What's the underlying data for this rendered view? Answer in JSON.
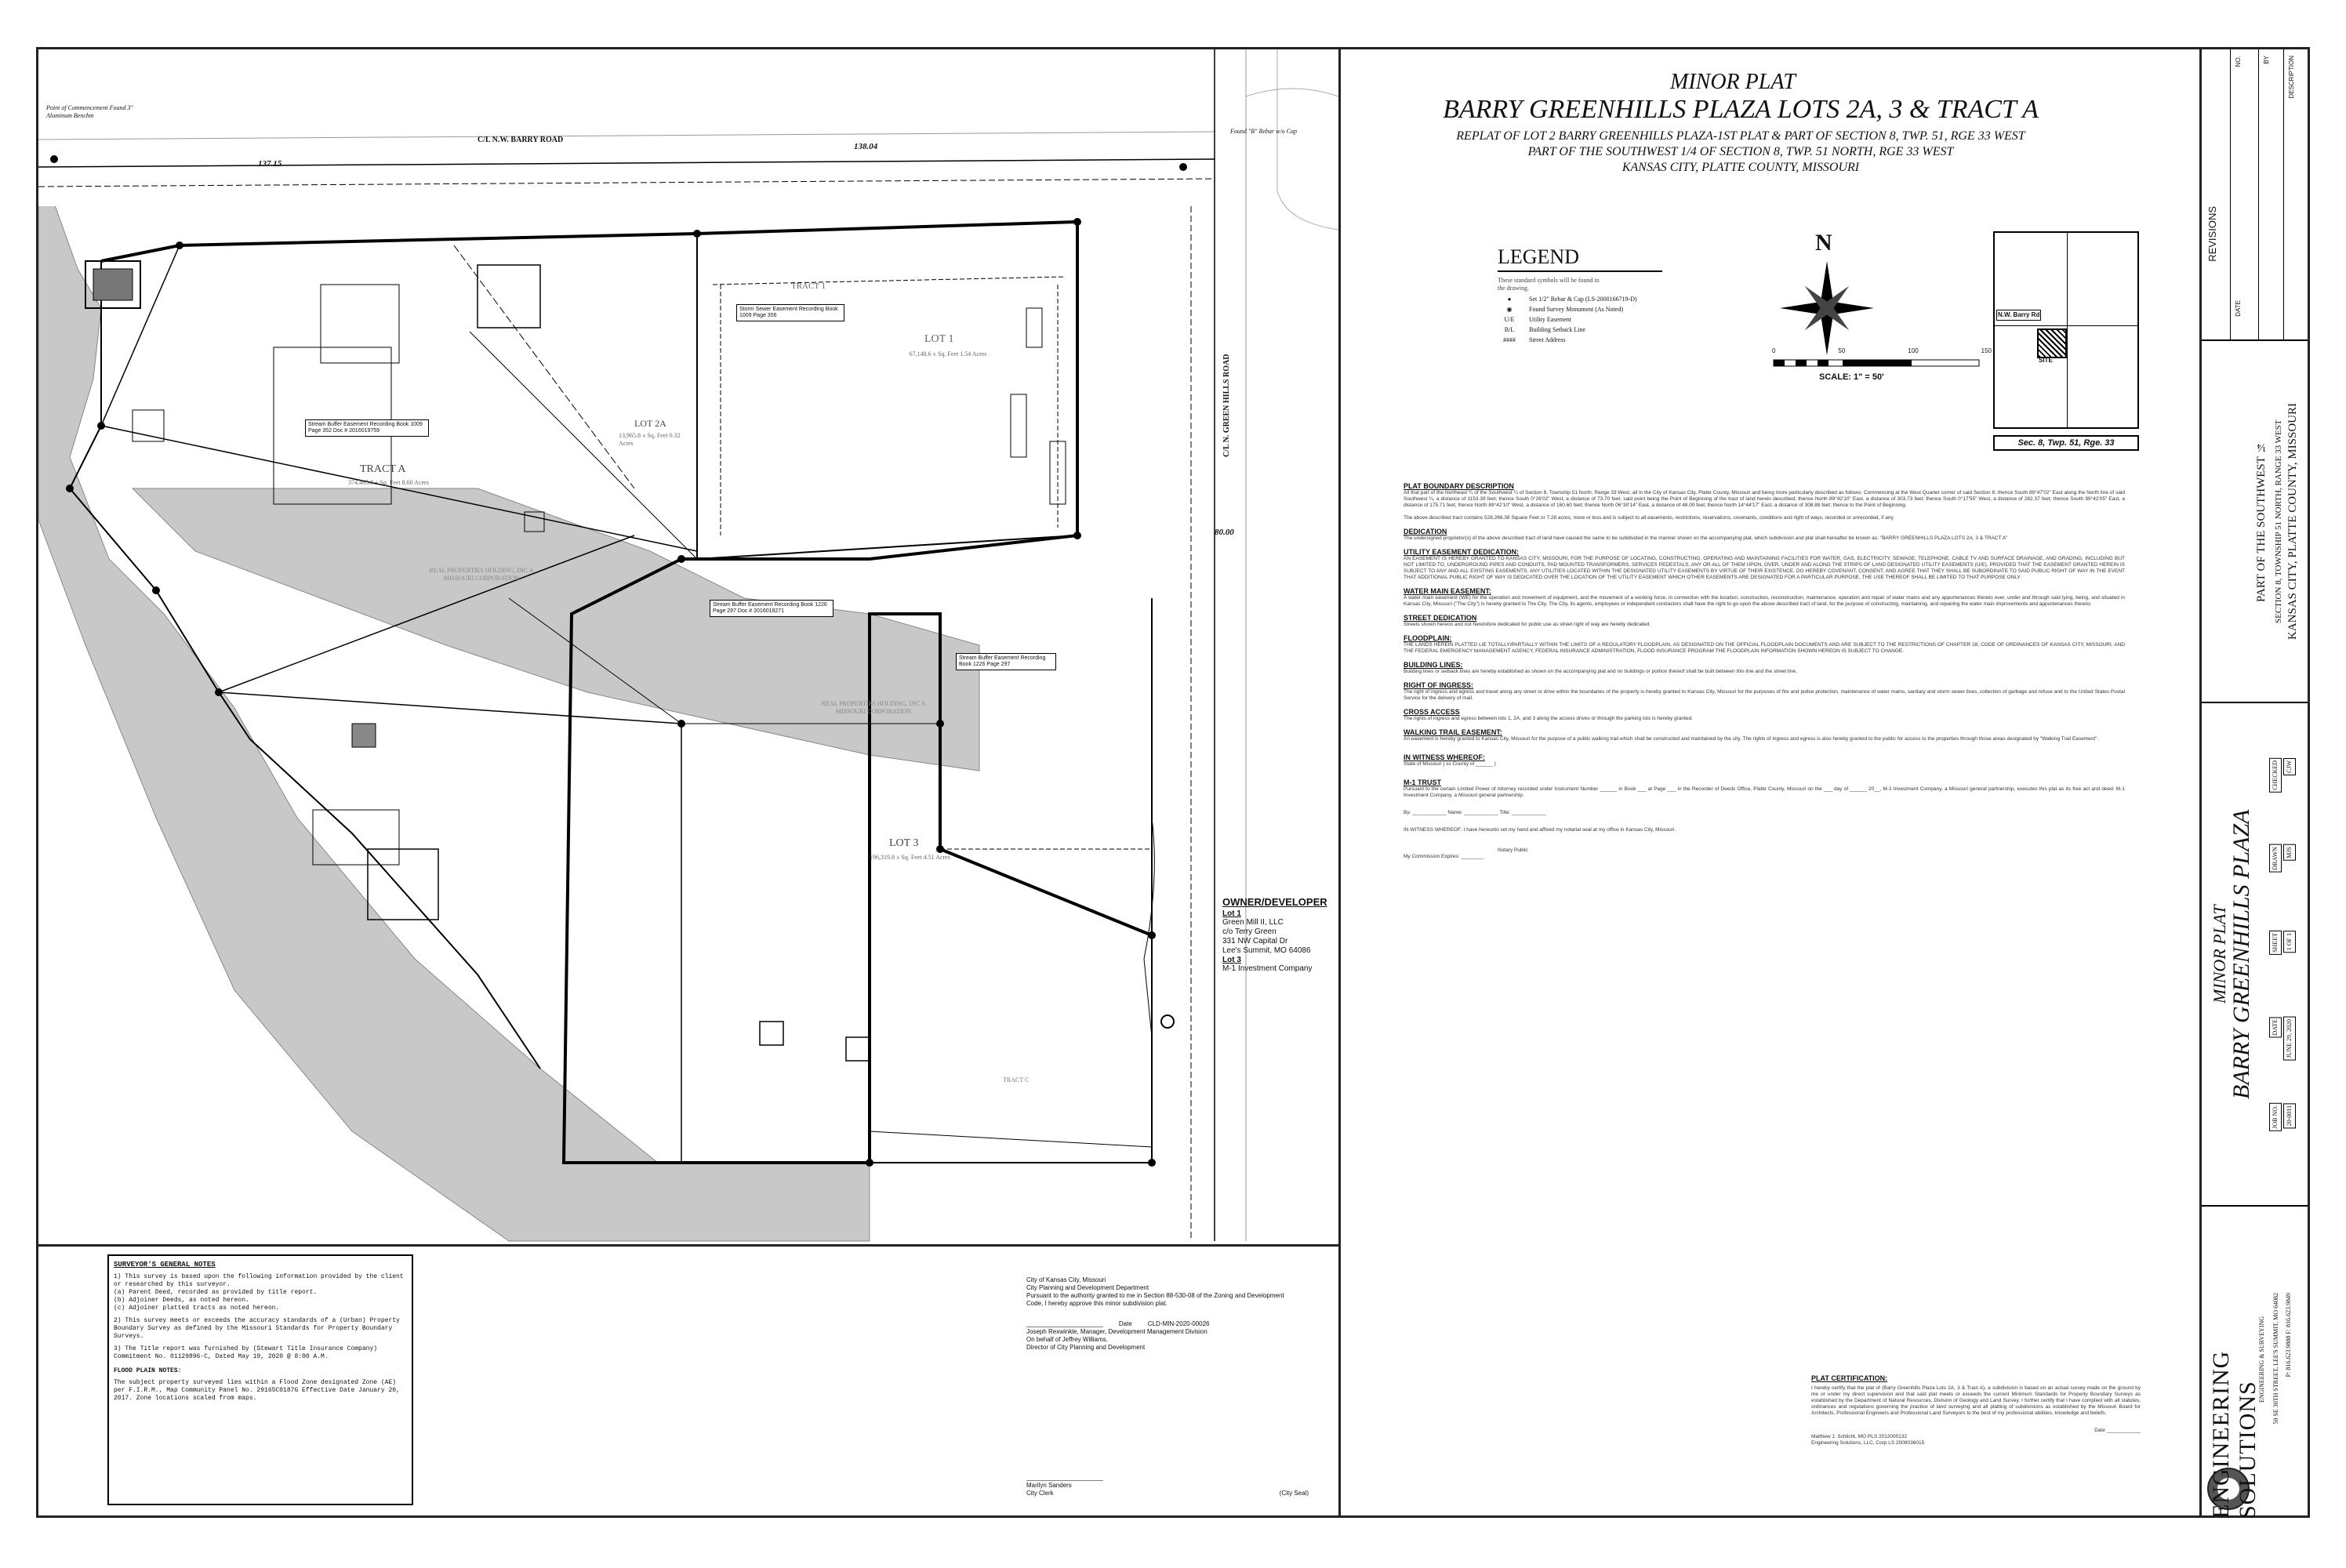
{
  "title_block": {
    "heading": "MINOR PLAT",
    "title": "BARRY GREENHILLS PLAZA LOTS 2A, 3 & TRACT A",
    "sub1": "REPLAT OF LOT 2 BARRY GREENHILLS PLAZA-1ST PLAT & PART OF SECTION 8, TWP. 51, RGE 33 WEST",
    "sub2": "PART OF THE SOUTHWEST 1/4 OF SECTION 8, TWP. 51 NORTH, RGE 33 WEST",
    "sub3": "KANSAS CITY, PLATTE COUNTY, MISSOURI"
  },
  "legend": {
    "title": "LEGEND",
    "intro": "These standard symbols will be found in the drawing.",
    "items": [
      {
        "symbol": "●",
        "text": "Set 1/2\" Rebar & Cap (LS-2000166719-D)"
      },
      {
        "symbol": "◉",
        "text": "Found Survey Monument (As Noted)"
      },
      {
        "symbol": "U/E",
        "text": "Utility Easement"
      },
      {
        "symbol": "B/L",
        "text": "Building Setback Line"
      },
      {
        "symbol": "####",
        "text": "Street Address"
      }
    ]
  },
  "north": {
    "letter": "N",
    "scale_label": "SCALE: 1\" = 50'",
    "ticks": [
      "0",
      "50",
      "100",
      "150"
    ]
  },
  "vicinity": {
    "road": "N.W. Barry Rd",
    "label": "SITE",
    "section": "Sec. 8, Twp. 51, Rge. 33"
  },
  "map_labels": {
    "road_barry": "C/L N.W. BARRY ROAD",
    "road_green": "C/L N. GREEN HILLS ROAD",
    "lot1": "LOT 1",
    "lot1_area": "67,148.6 ± Sq. Feet  1.54 Acres",
    "tract1": "TRACT 1",
    "lot2a": "LOT 2A",
    "lot2a_area": "13,965.8 ± Sq. Feet  0.32 Acres",
    "tracta": "TRACT A",
    "tracta_area": "374,465.8 ± Sq. Feet  8.60 Acres",
    "lot3": "LOT 3",
    "lot3_area": "196,319.8 ± Sq. Feet  4.51 Acres",
    "tractc": "TRACT C",
    "dim1": "137.15",
    "dim2": "138.04",
    "dim3": "80.00",
    "owner1": "REAL PROPERTIES HOLDING, INC A MISSOURI CORPORATION",
    "owner2": "REAL PROPERTIES HOLDING, INC A MISSOURI CORPORATION",
    "pob": "Point of Commencement Found 3\" Aluminum Benchm",
    "fnd": "Found \"B\" Rebar w/o Cap"
  },
  "owner": {
    "title": "OWNER/DEVELOPER",
    "lot1_head": "Lot 1",
    "lot1_lines": [
      "Green Mill II, LLC",
      "c/o Terry Green",
      "331 NW Capital Dr",
      "Lee's Summit, MO 64086"
    ],
    "lot3_head": "Lot 3",
    "lot3_lines": [
      "M-1 Investment Company"
    ]
  },
  "notes": {
    "title": "SURVEYOR'S GENERAL NOTES",
    "items": [
      "1) This survey is based upon the following information provided by the client or researched by this surveyor.",
      "(a) Parent Deed, recorded as provided by title report.",
      "(b) Adjoiner Deeds, as noted hereon.",
      "(c) Adjoiner platted tracts as noted hereon.",
      "2) This survey meets or exceeds the accuracy standards of a (Urban) Property Boundary Survey as defined by the Missouri Standards for Property Boundary Surveys.",
      "3) The Title report was furnished by (Stewart Title Insurance Company) Commitment No. 01129896-C, Dated May 19, 2020 @ 8:00 A.M."
    ],
    "flood_title": "FLOOD PLAIN NOTES:",
    "flood": "The subject property surveyed lies within a Flood Zone designated Zone (AE) per F.I.R.M., Map Community Panel No. 29165C0187G Effective Date January 20, 2017. Zone locations scaled from maps."
  },
  "city": {
    "lines": [
      "City of Kansas City, Missouri",
      "City Planning and Development Department",
      "Pursuant to the authority granted to me in Section 88-530-08 of the Zoning and Development",
      "Code, I hereby approve this minor subdivision plat."
    ],
    "date_label": "Date",
    "case": "CLD-MIN-2020-00026",
    "signer": "Joseph Rexwinkle, Manager, Development Management Division",
    "signer2": "On behalf of Jeffrey Williams,",
    "signer3": "Director of City Planning and Development",
    "clerk": "Marilyn Sanders",
    "clerk_title": "City Clerk",
    "seal": "(City Seal)"
  },
  "description": {
    "sections": [
      {
        "head": "PLAT BOUNDARY DESCRIPTION",
        "body": "All that part of the Northeast ¼ of the Southwest ¼ of Section 8, Township 51 North, Range 33 West, all in the City of Kansas City, Platte County, Missouri and being more particularly described as follows: Commencing at the West Quarter corner of said Section 8; thence South 89°47'02\" East along the North line of said Southwest ¼, a distance of 1153.39 feet; thence South 0°26'02\" West, a distance of 73.70 feet; said point being the Point of Beginning of the tract of land herein described; thence North 89°42'10\" East, a distance of 303.73 feet; thence South 0°17'55\" West, a distance of 262.37 feet; thence South 89°42'05\" East, a distance of 175.71 feet; thence North 89°42'10\" West, a distance of 160.60 feet; thence North 06°30'14\" East, a distance of 48.00 feet; thence North 14°44'17\" East, a distance of 308.88 feet; thence to the Point of Beginning."
      },
      {
        "head": "",
        "body": "The above described tract contains 528,266.38 Square Feet or 7.28 acres, more or less and is subject to all easements, restrictions, reservations, covenants, conditions and right of ways, recorded or unrecorded, if any."
      },
      {
        "head": "DEDICATION",
        "body": "The undersigned proprietor(s) of the above described tract of land have caused the same to be subdivided in the manner shown on the accompanying plat, which subdivision and plat shall hereafter be known as: \"BARRY GREENHILLS PLAZA LOTS 2A, 3 & TRACT A\""
      },
      {
        "head": "UTILITY EASEMENT DEDICATION:",
        "body": "AN EASEMENT IS HEREBY GRANTED TO KANSAS CITY, MISSOURI, FOR THE PURPOSE OF LOCATING, CONSTRUCTING, OPERATING AND MAINTAINING FACILITIES FOR WATER, GAS, ELECTRICITY, SEWAGE, TELEPHONE, CABLE TV AND SURFACE DRAINAGE, AND GRADING, INCLUDING BUT NOT LIMITED TO, UNDERGROUND PIPES AND CONDUITS, PAD MOUNTED TRANSFORMERS, SERVICES PEDESTALS, ANY OR ALL OF THEM UPON, OVER, UNDER AND ALONG THE STRIPS OF LAND DESIGNATED UTILITY EASEMENTS (U/E), PROVIDED THAT THE EASEMENT GRANTED HEREIN IS SUBJECT TO ANY AND ALL EXISTING EASEMENTS. ANY UTILITIES LOCATED WITHIN THE DESIGNATED UTILITY EASEMENTS BY VIRTUE OF THEIR EXISTENCE, DO HEREBY COVENANT, CONSENT, AND AGREE THAT THEY SHALL BE SUBORDINATE TO SAID PUBLIC RIGHT OF WAY IN THE EVENT THAT ADDITIONAL PUBLIC RIGHT OF WAY IS DEDICATED OVER THE LOCATION OF THE UTILITY EASEMENT WHICH OTHER EASEMENTS ARE DESIGNATED FOR A PARTICULAR PURPOSE, THE USE THEREOF SHALL BE LIMITED TO THAT PURPOSE ONLY."
      },
      {
        "head": "WATER MAIN EASEMENT:",
        "body": "A water main easement (WE) for the operation and movement of equipment, and the movement of a working force, in connection with the location, construction, reconstruction, maintenance, operation and repair of water mains and any appurtenances thereto over, under and through said lying, being, and situated in Kansas City, Missouri (\"The City\") is hereby granted to The City. The City, its agents, employees or independent contractors shall have the right to go upon the above described tract of land, for the purpose of constructing, maintaining, and repairing the water main improvements and appurtenances thereto."
      },
      {
        "head": "STREET DEDICATION",
        "body": "Streets shown hereon and not heretofore dedicated for public use as street right of way are hereby dedicated."
      },
      {
        "head": "FLOODPLAIN:",
        "body": "THE LANDS HEREIN PLATTED LIE TOTALLY/PARTIALLY WITHIN THE LIMITS OF A REGULATORY FLOODPLAIN, AS DESIGNATED ON THE OFFICIAL FLOODPLAIN DOCUMENTS AND ARE SUBJECT TO THE RESTRICTIONS OF CHAPTER 28, CODE OF ORDINANCES OF KANSAS CITY, MISSOURI, AND THE FEDERAL EMERGENCY MANAGEMENT AGENCY, FEDERAL INSURANCE ADMINISTRATION, FLOOD INSURANCE PROGRAM THE FLOODPLAIN INFORMATION SHOWN HEREON IS SUBJECT TO CHANGE."
      },
      {
        "head": "BUILDING LINES:",
        "body": "Building lines or setback lines are hereby established as shown on the accompanying plat and no buildings or portion thereof shall be built between this line and the street line."
      },
      {
        "head": "RIGHT OF INGRESS:",
        "body": "The right of ingress and egress and travel along any street or drive within the boundaries of the property is hereby granted to Kansas City, Missouri for the purposes of fire and police protection, maintenance of water mains, sanitary and storm sewer lines, collection of garbage and refuse and to the United States Postal Service for the delivery of mail."
      },
      {
        "head": "CROSS ACCESS",
        "body": "The rights of ingress and egress between lots 1, 2A, and 3 along the access drives or through the parking lots is hereby granted."
      },
      {
        "head": "WALKING TRAIL EASEMENT:",
        "body": "An easement is hereby granted to Kansas City, Missouri for the purpose of a public walking trail which shall be constructed and maintained by the city. The rights of ingress and egress is also hereby granted to the public for access to the properties through those areas designated by \"Walking Trail Easement\"."
      },
      {
        "head": "IN WITNESS WHEREOF:",
        "body": "State of Missouri ) ss  County of ______ )"
      },
      {
        "head": "M-1 TRUST",
        "body": "Pursuant to the certain Limited Power of Attorney recorded under Instrument Number ______ in Book ___ at Page ___ in the Recorder of Deeds Office, Platte County, Missouri on the ___ day of ______ 20__, M-1 Investment Company, a Missouri general partnership, executes this plat as its free act and deed. M-1 Investment Company, a Missouri general partnership."
      }
    ],
    "by": "By: ____________  Name: ____________  Title: ____________",
    "witness": "IN WITNESS WHEREOF: I have hereunto set my hand and affixed my notarial seal at my office in Kansas City, Missouri.",
    "notary": "Notary Public",
    "commission": "My Commission Expires: ________"
  },
  "certification": {
    "head": "PLAT CERTIFICATION:",
    "body": "I hereby certify that the plat of (Barry Greenhills Plaza Lots 2A, 3 & Tract A), a subdivision is based on an actual survey made on the ground by me or under my direct supervision and that said plat meets or exceeds the current Minimum Standards for Property Boundary Surveys as established by the Department of Natural Resources, Division of Geology and Land Survey. I further certify that I have complied with all statutes, ordinances and regulations governing the practice of land surveying and all platting of subdivisions as established by the Missouri Board for Architects, Professional Engineers and Professional Land Surveyors to the best of my professional abilities, knowledge and beliefs.",
    "date": "Date ____________",
    "signer": "Matthew J. Schlicht, MO PLS 2012000132",
    "firm": "Engineering Solutions, LLC, Corp LS 2008036015"
  },
  "strip": {
    "revisions": "REVISIONS",
    "rev_cols": [
      "NO.",
      "BY",
      "DESCRIPTION",
      "DATE"
    ],
    "part_of": "PART OF THE SOUTHWEST ¼",
    "section": "SECTION 8, TOWNSHIP 51 NORTH, RANGE 33 WEST",
    "location": "KANSAS CITY, PLATTE COUNTY, MISSOURI",
    "minor_plat": "MINOR PLAT",
    "project": "BARRY GREENHILLS PLAZA",
    "firm_name": "ENGINEERING SOLUTIONS",
    "firm_tag": "ENGINEERING & SURVEYING",
    "address": "50 SE 30TH STREET, LEE'S SUMMIT, MO 64082",
    "phone": "P: 816.623.9888  F: 816.623.9849",
    "info": [
      "JOB NO.",
      "20-0011",
      "DATE",
      "JUNE 29, 2020",
      "SHEET",
      "1 OF 1",
      "DRAWN",
      "MJS",
      "CHECKED",
      "CJW"
    ]
  }
}
